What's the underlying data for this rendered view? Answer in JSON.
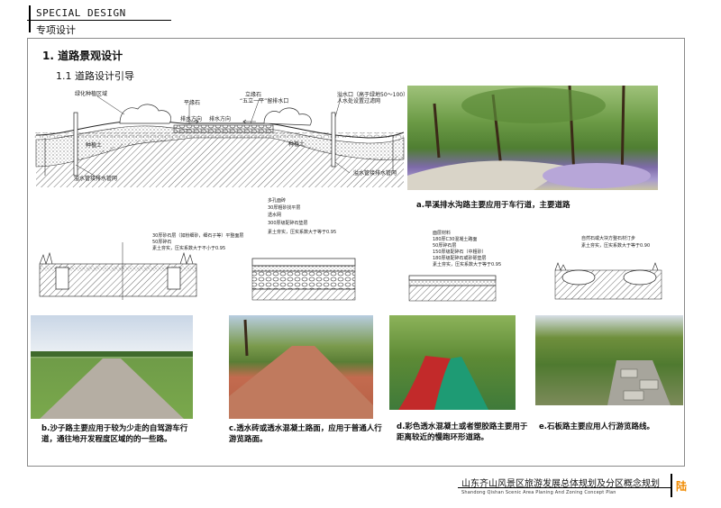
{
  "header": {
    "title": "SPECIAL DESIGN",
    "subtitle": "专项设计"
  },
  "section": {
    "h1": "1.  道路景观设计",
    "h2": "1.1    道路设计引导"
  },
  "diagram_labels": {
    "planting_area": "绿化种植区域",
    "curb": "平缘石",
    "drain_dir1": "排水方向",
    "drain_dir2": "排水方向",
    "inlet_title": "立缘石",
    "inlet_sub": "“五立一平”留排水口",
    "overflow": "溢水口（高于绿地50～100）",
    "overflow2": "人水处设置过滤网",
    "soil_left": "种植土",
    "soil_right": "种植土",
    "pipe_left": "溢水管接排水管网",
    "pipe_right": "溢水管接排水管网"
  },
  "section_labels": {
    "s2": [
      "多孔面砖",
      "30厚粗砂找平层",
      "透水网",
      "300厚级配碎石垫层",
      "素土夯实，压实系数大于等于0.95"
    ],
    "s3": [
      "面层材料",
      "180厚C30混凝土路面",
      "50厚碎石层",
      "150厚级配碎石（中粗砂）",
      "180厚级配碎石或砂砾垫层",
      "素土夯实，压实系数大于等于0.95"
    ],
    "s4": [
      "自然石或大块方整石材汀步",
      "素土夯实，压实系数大于等于0.90"
    ],
    "s1": [
      "30厚砂石层（如粉细砂，细石子等）平整面层",
      "50厚碎石",
      "素土夯实，压实系数大于不小于0.95"
    ]
  },
  "captions": {
    "a": "a.旱溪排水沟路主要应用于车行道，主要道路",
    "b": "b.沙子路主要应用于较为少走的自驾游车行道，通往地开发程度区域的的一些路。",
    "c": "c.透水砖或透水混凝土路面，应用于普通人行游览路面。",
    "d": "d.彩色透水混凝土或者塑胶路主要用于距离较近的慢跑环形道路。",
    "e": "e.石板路主要应用人行游览路线。"
  },
  "footer": {
    "title_cn": "山东齐山风景区旅游发展总体规划及分区概念规划",
    "title_en": "Shandong Qishan Scenic Area Planing And Zoning Concept Plan",
    "page": "陆"
  }
}
